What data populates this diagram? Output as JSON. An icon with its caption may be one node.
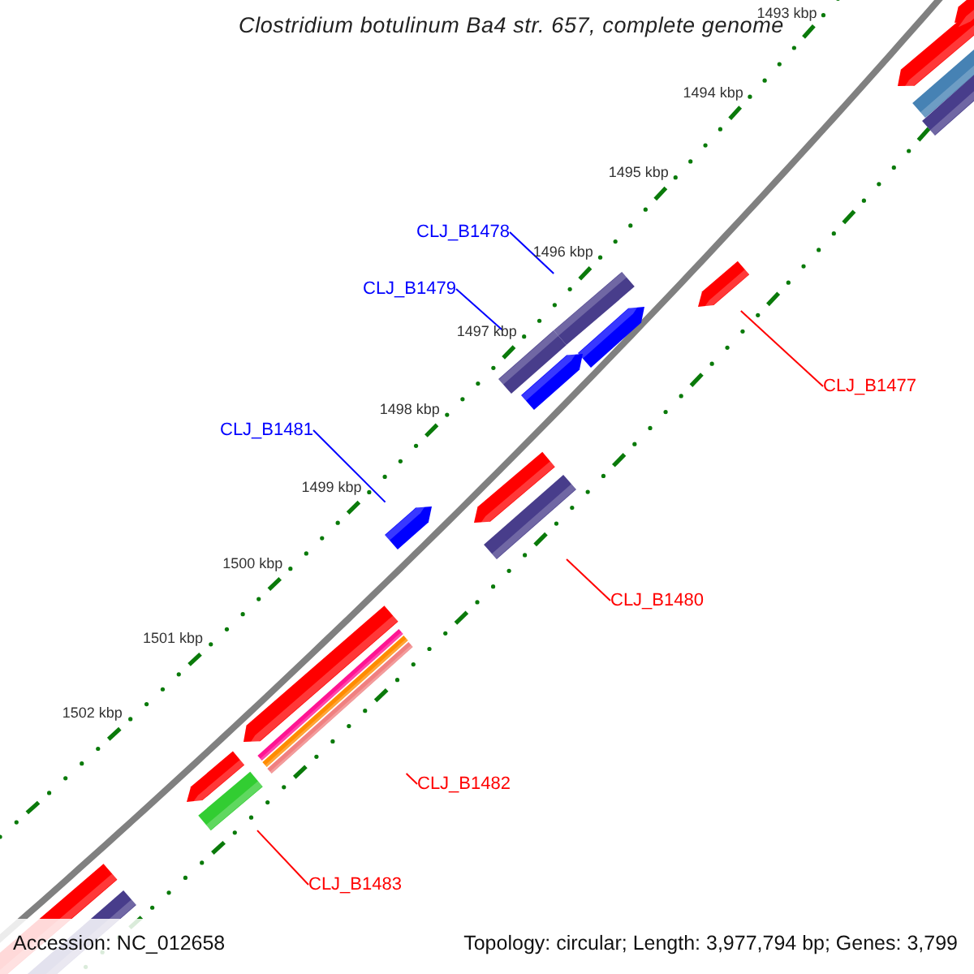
{
  "diagram": {
    "title": "Clostridium botulinum Ba4 str. 657, complete genome",
    "nodes": [
      {
        "text": [
          "CLJ_B1478"
        ]
      },
      {
        "text": [],
        "shape": "arrow"
      },
      {
        "text": [
          "CLJ_B1479"
        ]
      },
      {
        "text": [],
        "shape": "arrow"
      },
      {
        "text": [
          "CLJ_B1481"
        ]
      },
      {
        "text": [],
        "shape": "arrow"
      },
      {
        "text": [
          "CLJ_B1477"
        ]
      },
      {
        "text": [],
        "shape": "arrow"
      },
      {
        "text": [
          "CLJ_B1480"
        ]
      },
      {
        "text": [],
        "shape": "arrow"
      },
      {
        "text": [
          "CLJ_B1482"
        ]
      },
      {
        "text": [],
        "shape": "arrow"
      },
      {
        "text": [
          "CLJ_B1483"
        ]
      },
      {
        "text": [],
        "shape": "arrow"
      },
      {
        "text": [],
        "shape": "arrow"
      },
      {
        "text": [],
        "shape": "arrow"
      },
      {
        "text": [],
        "shape": "arrow"
      }
    ],
    "edges": [
      {
        "from": 0,
        "to": 1,
        "arrow": "none",
        "color": "#0000ff"
      },
      {
        "from": 2,
        "to": 3,
        "arrow": "none",
        "color": "#0000ff"
      },
      {
        "from": 4,
        "to": 5,
        "arrow": "none",
        "color": "#0000ff"
      },
      {
        "from": 6,
        "to": 7,
        "arrow": "none"
      },
      {
        "from": 8,
        "to": 9,
        "arrow": "none"
      },
      {
        "from": 10,
        "to": 11,
        "arrow": "none"
      },
      {
        "from": 12,
        "to": 13,
        "arrow": "none"
      }
    ],
    "labels": [
      "1493 kbp",
      "1494 kbp",
      "1495 kbp",
      "1496 kbp",
      "1497 kbp",
      "1498 kbp",
      "1499 kbp",
      "1500 kbp",
      "1501 kbp",
      "1502 kbp",
      "Accession: NC_012658",
      "Topology: circular; Length: 3,977,794 bp; Genes: 3,799"
    ]
  }
}
